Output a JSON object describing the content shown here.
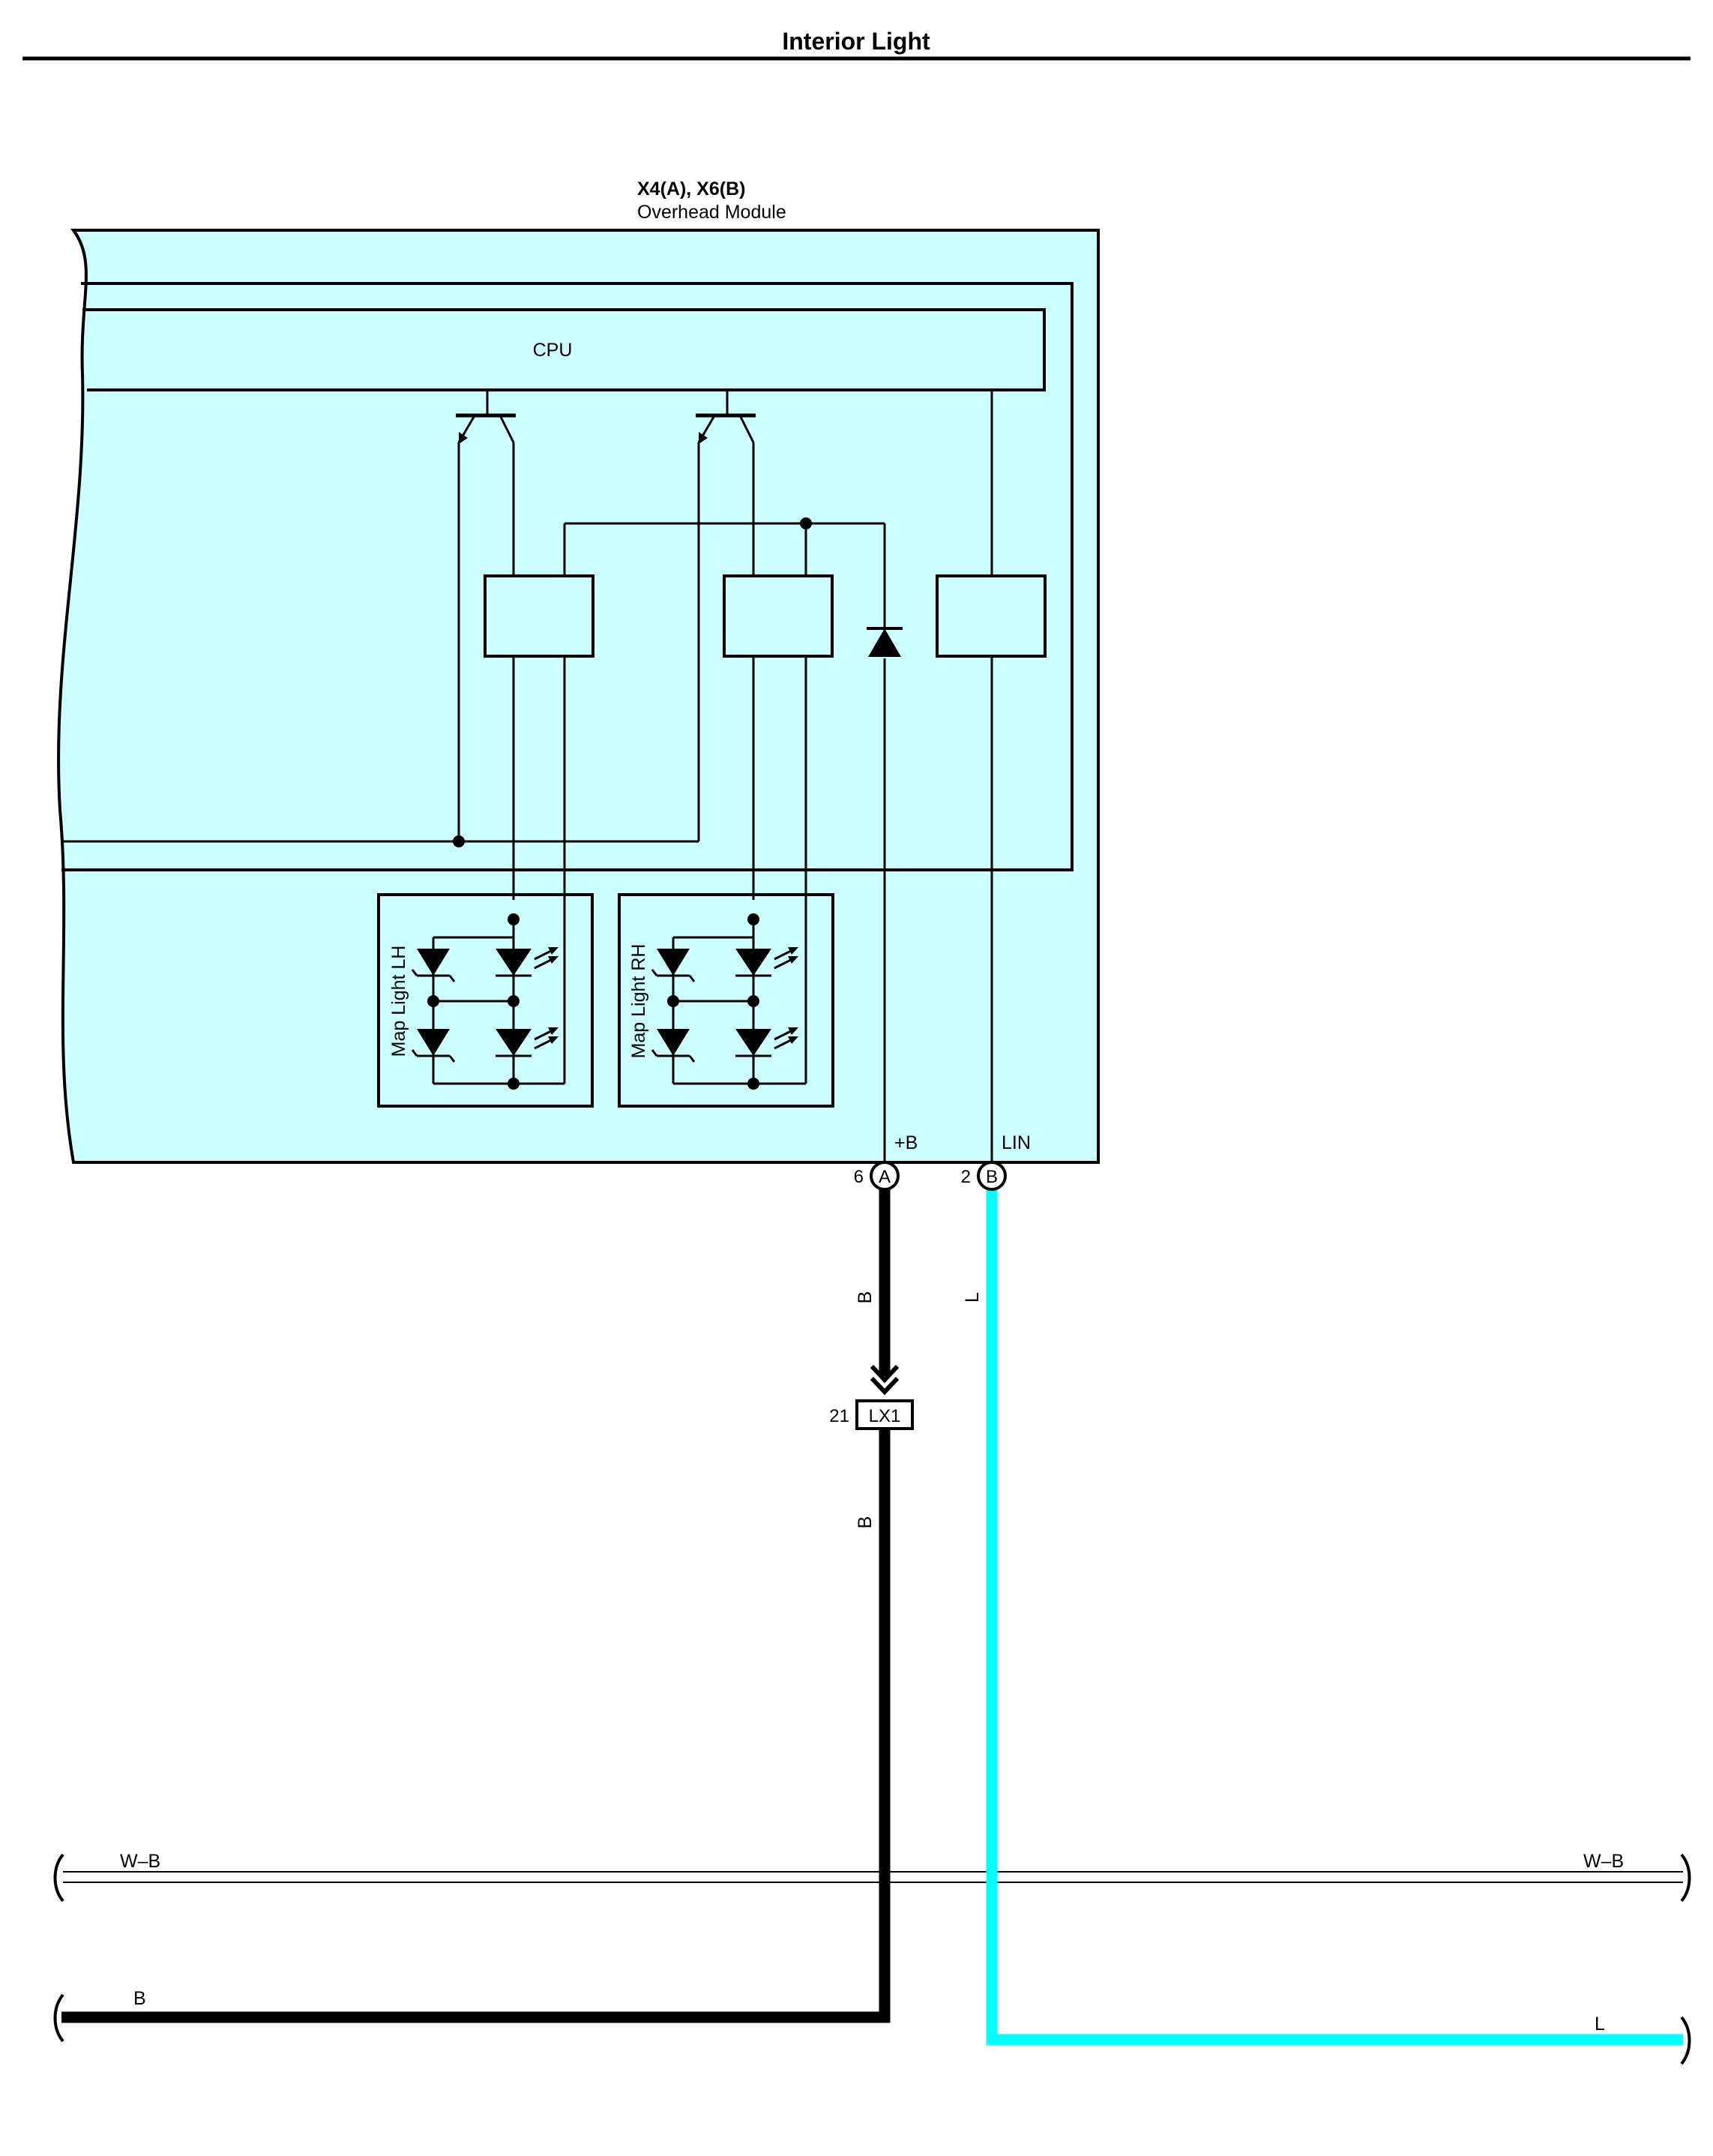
{
  "page": {
    "title": "Interior Light"
  },
  "module": {
    "connector_ids": "X4(A), X6(B)",
    "name": "Overhead Module",
    "fill_color": "#ccffff",
    "cpu_label": "CPU",
    "map_light_lh": "Map Light LH",
    "map_light_rh": "Map Light RH",
    "terminal_plus_b": "+B",
    "terminal_lin": "LIN"
  },
  "pins": {
    "a": {
      "number": "6",
      "letter": "A"
    },
    "b": {
      "number": "2",
      "letter": "B"
    }
  },
  "wires": {
    "b_color_code": "B",
    "l_color_code": "L",
    "wb_color_code": "W–B",
    "black_color": "#000000",
    "blue_color": "#00ffff"
  },
  "splice": {
    "name": "LX1",
    "pin": "21"
  }
}
